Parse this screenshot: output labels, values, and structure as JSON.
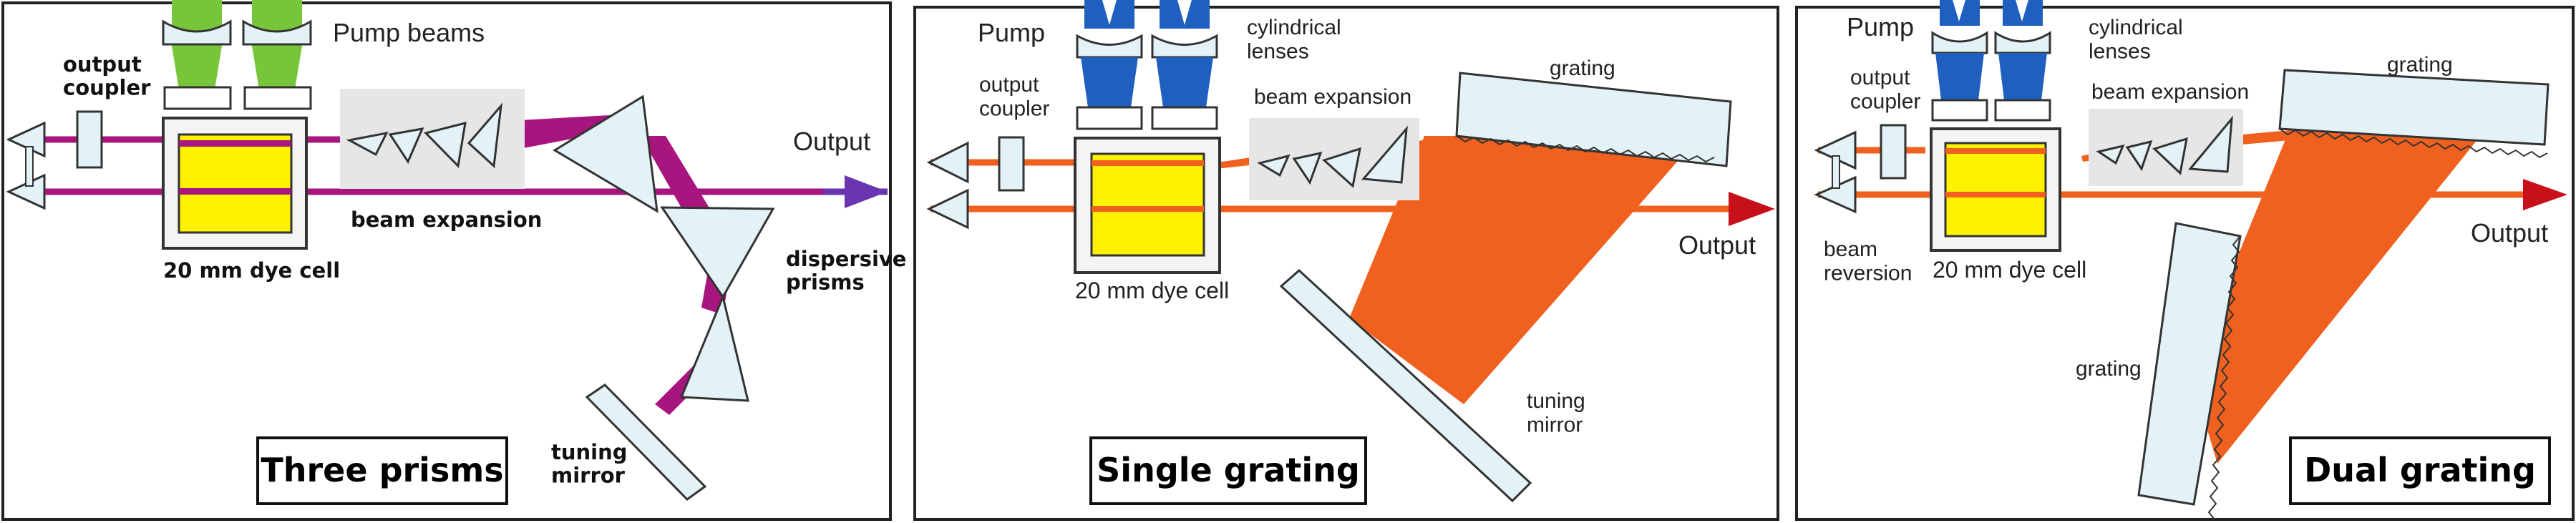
{
  "colors": {
    "purple_beam": "#A8157E",
    "output_purple": "#6A35B0",
    "orange_beam": "#F0601E",
    "output_red": "#C8101A",
    "green_pump": "#77C639",
    "blue_pump": "#1E5FC0",
    "dye_yellow": "#FFF200",
    "optic_glass": "#E3F2F7",
    "expansion_bg": "#E6E6E6"
  },
  "panels": [
    {
      "title": "Three prisms",
      "labels": {
        "pump": "Pump beams",
        "output_coupler": "output\ncoupler",
        "dye_cell": "20 mm dye cell",
        "beam_expansion": "beam expansion",
        "output": "Output",
        "dispersive_prisms": "dispersive\nprisms",
        "tuning_mirror": "tuning\nmirror"
      }
    },
    {
      "title": "Single grating",
      "labels": {
        "pump": "Pump",
        "cylindrical_lenses": "cylindrical\nlenses",
        "output_coupler": "output\ncoupler",
        "beam_expansion": "beam expansion",
        "grating": "grating",
        "output": "Output",
        "dye_cell": "20 mm dye cell",
        "tuning_mirror": "tuning\nmirror"
      }
    },
    {
      "title": "Dual grating",
      "labels": {
        "pump": "Pump",
        "cylindrical_lenses": "cylindrical\nlenses",
        "output_coupler": "output\ncoupler",
        "beam_expansion": "beam expansion",
        "grating_top": "grating",
        "output": "Output",
        "beam_reversion": "beam\nreversion",
        "dye_cell": "20 mm dye cell",
        "grating_side": "grating"
      }
    }
  ]
}
